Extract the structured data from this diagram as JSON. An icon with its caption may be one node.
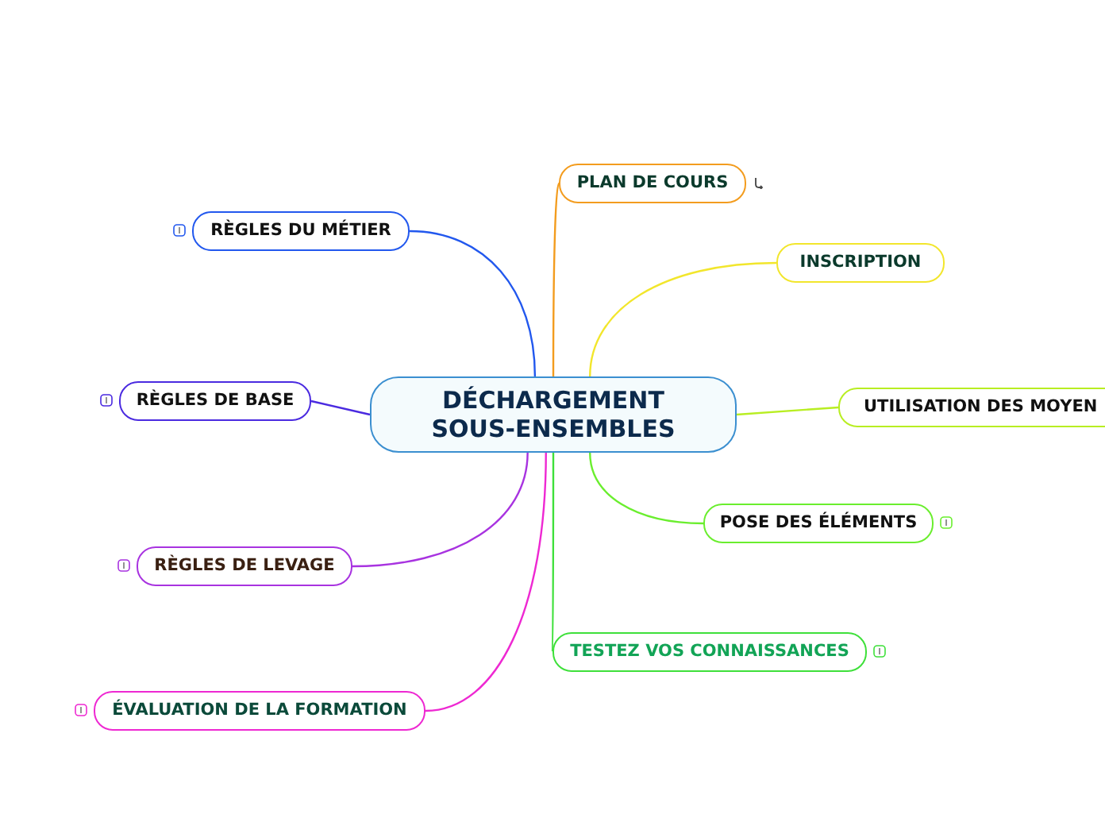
{
  "diagram": {
    "nodes": [
      {
        "text": [
          "DÉCHARGEMENT SOUS-ENSEMBLES"
        ]
      },
      {
        "text": [
          "PLAN DE COURS"
        ]
      },
      {
        "text": [
          "INSCRIPTION"
        ]
      },
      {
        "text": [
          "UTILISATION DES MOYEN"
        ]
      },
      {
        "text": [
          "POSE DES ÉLÉMENTS"
        ]
      },
      {
        "text": [
          "TESTEZ VOS CONNAISSANCES"
        ]
      },
      {
        "text": [
          "RÈGLES DU MÉTIER"
        ]
      },
      {
        "text": [
          "RÈGLES DE BASE"
        ]
      },
      {
        "text": [
          "RÈGLES DE LEVAGE"
        ]
      },
      {
        "text": [
          "ÉVALUATION DE LA FORMATION"
        ]
      }
    ],
    "edges": [
      {
        "from": 0,
        "to": 1,
        "arrow": "none",
        "color": "#f39c1e"
      },
      {
        "from": 0,
        "to": 2,
        "arrow": "none",
        "color": "#f2e62c"
      },
      {
        "from": 0,
        "to": 3,
        "arrow": "none",
        "color": "#b8ee22"
      },
      {
        "from": 0,
        "to": 4,
        "arrow": "none",
        "color": "#6aee2e"
      },
      {
        "from": 0,
        "to": 5,
        "arrow": "none",
        "color": "#3ee03a"
      },
      {
        "from": 0,
        "to": 6,
        "arrow": "none",
        "color": "#2258ee"
      },
      {
        "from": 0,
        "to": 7,
        "arrow": "none",
        "color": "#4a2ae0"
      },
      {
        "from": 0,
        "to": 8,
        "arrow": "none",
        "color": "#a833e0"
      },
      {
        "from": 0,
        "to": 9,
        "arrow": "none",
        "color": "#ee28d2"
      }
    ]
  }
}
